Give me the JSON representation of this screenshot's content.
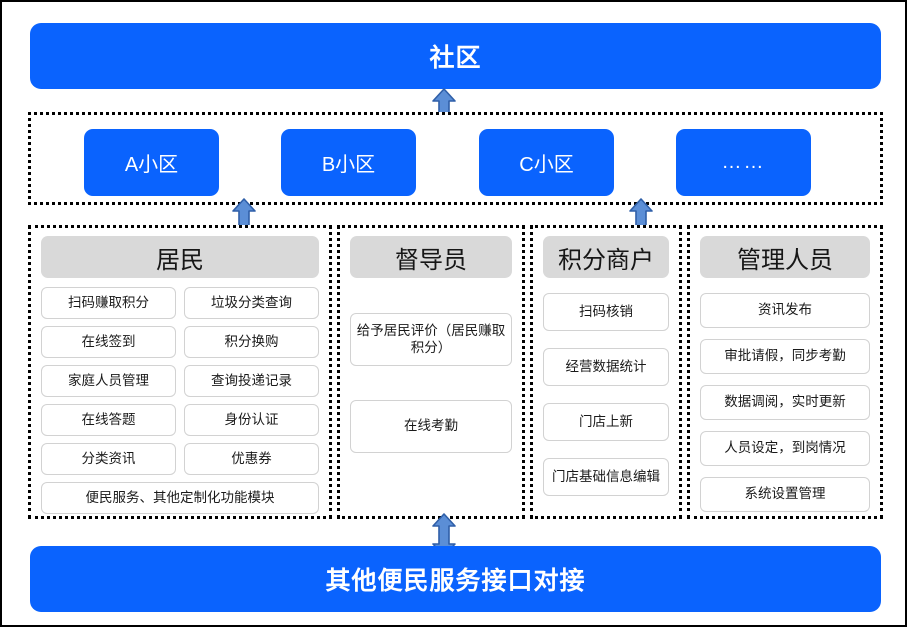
{
  "diagram": {
    "top_banner": {
      "label": "社区"
    },
    "bottom_banner": {
      "label": "其他便民服务接口对接"
    },
    "estates": {
      "items": [
        {
          "label": "A小区"
        },
        {
          "label": "B小区"
        },
        {
          "label": "C小区"
        },
        {
          "label": "……"
        }
      ]
    },
    "roles": [
      {
        "title": "居民",
        "items": [
          "扫码赚取积分",
          "垃圾分类查询",
          "在线签到",
          "积分换购",
          "家庭人员管理",
          "查询投递记录",
          "在线答题",
          "身份认证",
          "分类资讯",
          "优惠券",
          "便民服务、其他定制化功能模块"
        ]
      },
      {
        "title": "督导员",
        "items": [
          "给予居民评价（居民赚取积分）",
          "在线考勤"
        ]
      },
      {
        "title": "积分商户",
        "items": [
          "扫码核销",
          "经营数据统计",
          "门店上新",
          "门店基础信息编辑"
        ]
      },
      {
        "title": "管理人员",
        "items": [
          "资讯发布",
          "审批请假，同步考勤",
          "数据调阅，实时更新",
          "人员设定，到岗情况",
          "系统设置管理"
        ]
      }
    ],
    "connectors": [
      {
        "name": "community-to-estates",
        "direction": "bidirectional"
      },
      {
        "name": "estates-to-residents",
        "direction": "bidirectional"
      },
      {
        "name": "estates-to-merchants",
        "direction": "bidirectional"
      },
      {
        "name": "roles-to-other-services",
        "direction": "bidirectional"
      }
    ],
    "colors": {
      "primary_blue": "#0a63fe",
      "header_gray": "#d9d9d9",
      "item_border": "#d2d2d2",
      "arrow_fill": "#5b8ed6",
      "arrow_stroke": "#2f5fa8",
      "outline": "#000000"
    }
  }
}
